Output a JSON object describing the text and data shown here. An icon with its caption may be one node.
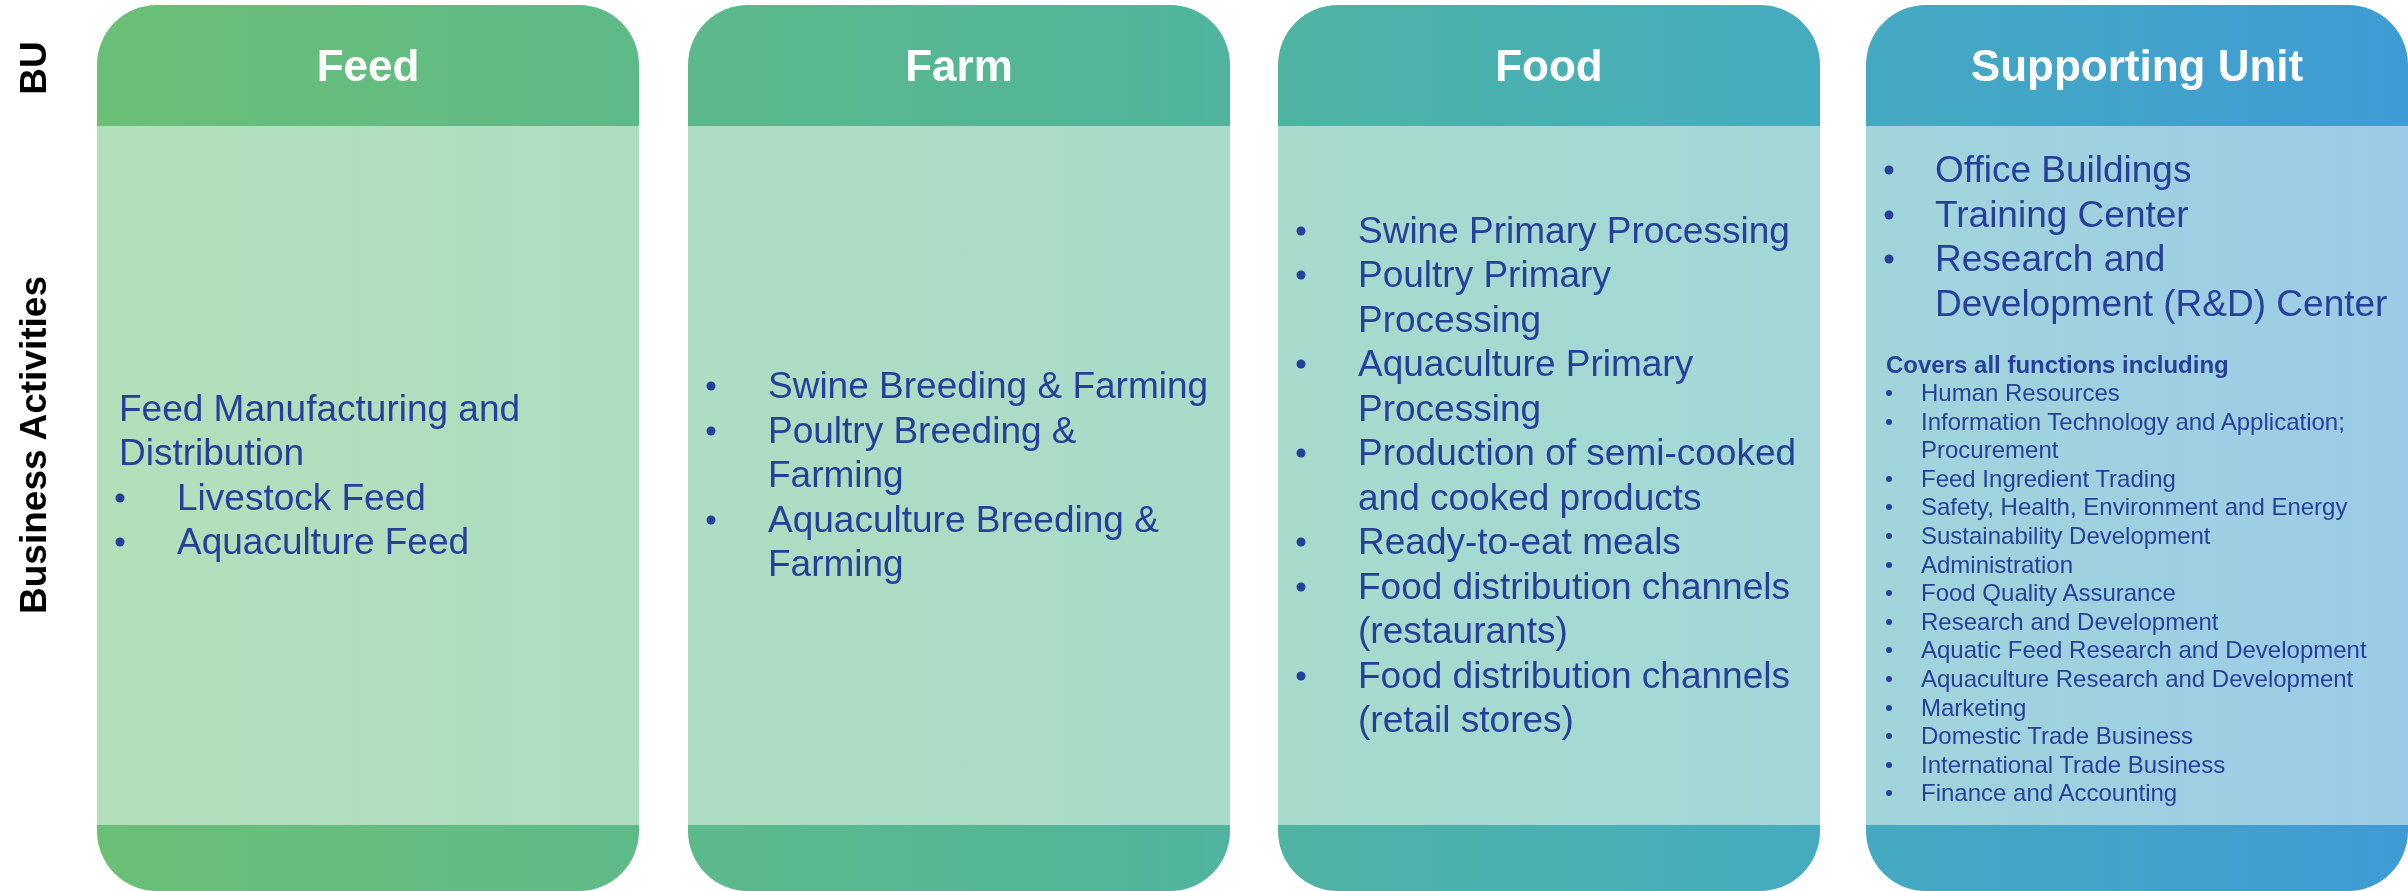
{
  "diagram": {
    "nodes": [
      {
        "text": [
          "Feed"
        ]
      },
      {
        "text": [
          "Farm"
        ]
      },
      {
        "text": [
          "Food"
        ]
      },
      {
        "text": [
          "Supporting Unit"
        ]
      },
      {
        "text": [
          "Feed Manufacturing and Distribution",
          "Livestock Feed",
          "Aquaculture Feed"
        ]
      },
      {
        "text": [
          "Swine Breeding & Farming",
          "Poultry Breeding & Farming",
          "Aquaculture Breeding & Farming"
        ]
      },
      {
        "text": [
          "Swine Primary Processing",
          "Poultry Primary Processing",
          "Aquaculture Primary Processing",
          "Production of semi-cooked and cooked products",
          "Ready-to-eat meals",
          "Food distribution channels (restaurants)",
          "Food distribution channels (retail stores)"
        ]
      },
      {
        "text": [
          "Office Buildings",
          "Training Center",
          "Research and Development (R&D) Center",
          "Covers all functions including",
          "Human Resources",
          "Information Technology and Application; Procurement",
          "Feed Ingredient Trading",
          "Safety, Health, Environment and Energy",
          "Sustainability Development",
          "Administration",
          "Food Quality Assurance",
          "Research and Development",
          "Aquatic Feed Research and Development",
          "Aquaculture Research and Development",
          "Marketing",
          "Domestic Trade Business",
          "International Trade Business",
          "Finance and Accounting"
        ]
      },
      {
        "text": [],
        "shape": "bar"
      },
      {
        "text": [],
        "shape": "bar"
      },
      {
        "text": [],
        "shape": "bar"
      },
      {
        "text": [],
        "shape": "bar"
      }
    ],
    "labels": [
      "BU",
      "Business Activities"
    ]
  }
}
